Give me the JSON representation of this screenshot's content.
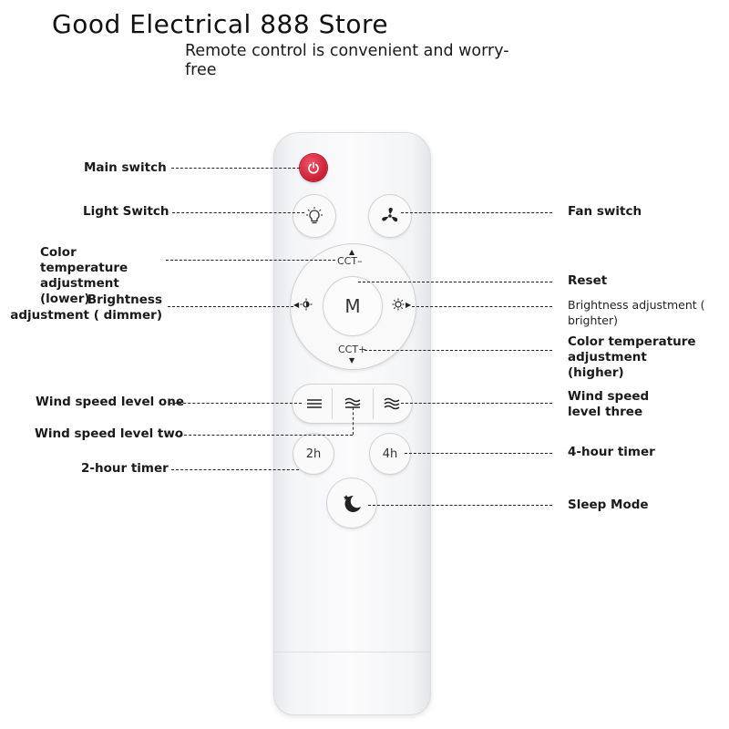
{
  "header": {
    "store_title": "Good Electrical 888 Store",
    "subtitle": "Remote control is convenient and worry-free"
  },
  "remote": {
    "buttons": {
      "center_label": "M",
      "cct_minus": "CCT–",
      "cct_plus": "CCT+",
      "timer_2h": "2h",
      "timer_4h": "4h"
    }
  },
  "labels": {
    "main_switch": "Main switch",
    "light_switch": "Light Switch",
    "fan_switch": "Fan switch",
    "cct_lower": "Color temperature adjustment (lower)",
    "reset": "Reset",
    "bright_dimmer": "Brightness adjustment ( dimmer)",
    "bright_brighter": "Brightness adjustment ( brighter)",
    "cct_higher": "Color temperature adjustment (higher)",
    "wind_one": "Wind speed level one",
    "wind_two": "Wind speed level two",
    "wind_three": "Wind speed level three",
    "timer_2h": "2-hour timer",
    "timer_4h": "4-hour timer",
    "sleep_mode": "Sleep Mode"
  },
  "colors": {
    "power_button": "#d8283c",
    "remote_body": "#f7f7f8"
  },
  "icons": [
    "power-icon",
    "bulb-icon",
    "fan-icon",
    "sun-dim-icon",
    "sun-bright-icon",
    "wind-low-icon",
    "wind-mid-icon",
    "wind-high-icon",
    "moon-star-icon"
  ]
}
